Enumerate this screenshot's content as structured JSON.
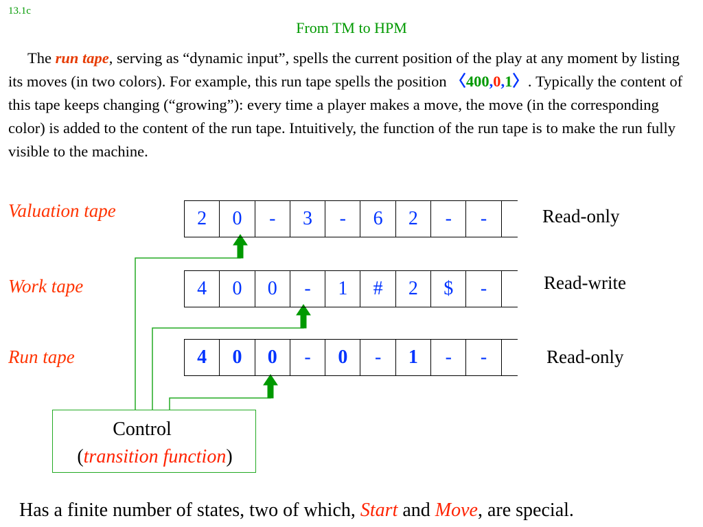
{
  "slide_number": "13.1c",
  "title": "From TM to HPM",
  "paragraph": {
    "p1": "The ",
    "run_tape_term": "run tape",
    "p2": ", serving as “dynamic input”, spells the current position of the play at any moment by listing its moves (in two colors). For example, this run tape spells the position ",
    "langle": "〈",
    "pos_green": "400",
    "comma1": ",",
    "pos_red": "0",
    "comma2": ",",
    "pos_green2": "1",
    "rangle": "〉",
    "p3": ". Typically the content of this tape keeps changing (“growing”): every time a player makes a move, the move (in the corresponding color) is added to the content of the run tape. Intuitively, the function of the run tape is to make the run fully visible to the machine."
  },
  "tapes": {
    "valuation": {
      "label": "Valuation tape",
      "mode": "Read-only",
      "cells": [
        "2",
        "0",
        "-",
        "3",
        "-",
        "6",
        "2",
        "-",
        "-"
      ]
    },
    "work": {
      "label": "Work tape",
      "mode": "Read-write",
      "cells": [
        "4",
        "0",
        "0",
        "-",
        "1",
        "#",
        "2",
        "$",
        "-"
      ]
    },
    "run": {
      "label": "Run tape",
      "mode": "Read-only",
      "cells": [
        "4",
        "0",
        "0",
        "-",
        "0",
        "-",
        "1",
        "-",
        "-"
      ]
    }
  },
  "control": {
    "label": "Control",
    "open_paren": "(",
    "sub": "transition function",
    "close_paren": ")"
  },
  "bottom": {
    "t1": "Has a finite number of states, two of which, ",
    "start": "Start",
    "t2": " and ",
    "move": "Move",
    "t3": ",  are special."
  },
  "colors": {
    "green": "#009900",
    "red": "#ff2200",
    "blue": "#0033ff",
    "connector": "#22aa22"
  }
}
